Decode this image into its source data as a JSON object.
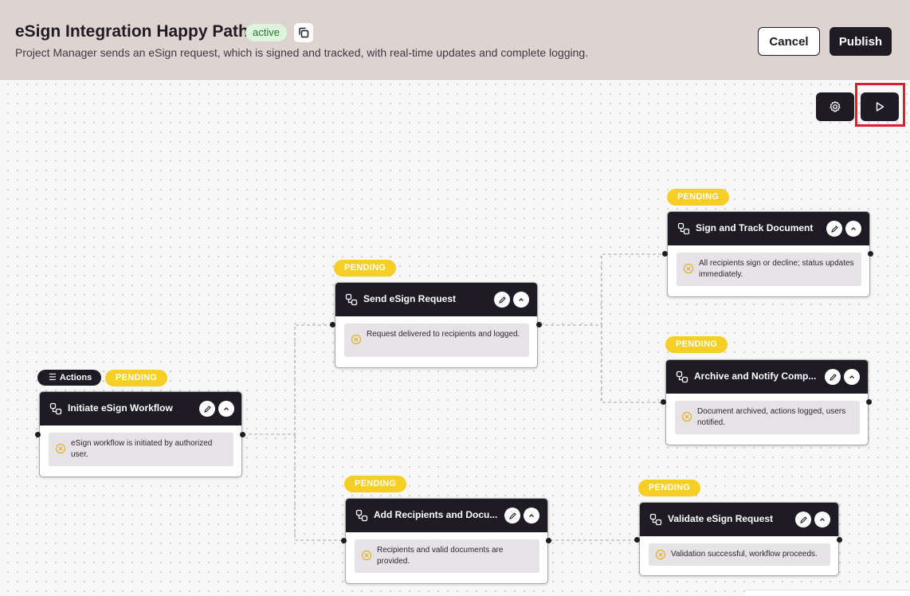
{
  "header": {
    "title": "eSign Integration Happy Path",
    "status": "active",
    "description": "Project Manager sends an eSign request, which is signed and tracked, with real-time updates and complete logging.",
    "cancel_label": "Cancel",
    "publish_label": "Publish"
  },
  "toolbar": {
    "settings_icon": "gear-icon",
    "run_icon": "play-icon"
  },
  "actions_label": "Actions",
  "nodes": [
    {
      "title": "Initiate eSign Workflow",
      "status": "PENDING",
      "description": "eSign workflow is initiated by authorized user."
    },
    {
      "title": "Send eSign Request",
      "status": "PENDING",
      "description": "Request delivered to recipients and logged."
    },
    {
      "title": "Add Recipients and Docu...",
      "status": "PENDING",
      "description": "Recipients and valid documents are provided."
    },
    {
      "title": "Sign and Track Document",
      "status": "PENDING",
      "description": "All recipients sign or decline; status updates immediately."
    },
    {
      "title": "Archive and Notify Comp...",
      "status": "PENDING",
      "description": "Document archived, actions logged, users notified."
    },
    {
      "title": "Validate eSign Request",
      "status": "PENDING",
      "description": "Validation successful, workflow proceeds."
    }
  ],
  "colors": {
    "header_bg": "#ddd3d1",
    "dark": "#1e1b24",
    "pending": "#f5cf26",
    "active_bg": "#dcf5dc",
    "highlight": "#d81f2c"
  }
}
